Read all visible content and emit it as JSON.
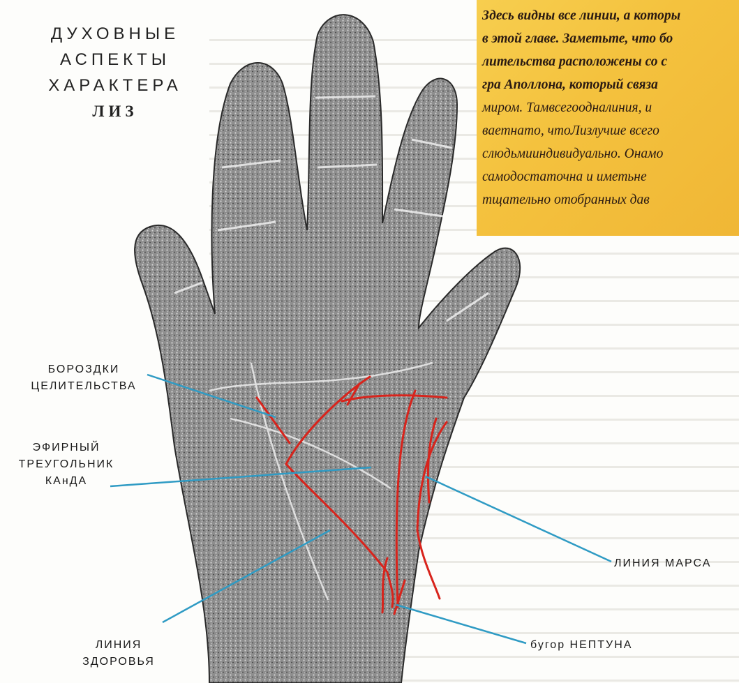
{
  "title": {
    "lines": [
      "ДУХОВНЫЕ",
      "АСПЕКТЫ",
      "ХАРАКТЕРА"
    ],
    "name": "ЛИЗ"
  },
  "callout": {
    "lines": [
      "Здесь видны все линии, а которы",
      "в этой главе. Заметьте, что бо",
      "лительства расположены со с",
      "гра Аполлона, который связа",
      "миром. Тамвсегоодналиния, и",
      "ваетнато, чтоЛизлучше всего",
      "слюдьмииндивидуально. Онамо",
      "самодостаточна и иметьне",
      "тщательно отобранных дав"
    ]
  },
  "labels": {
    "healing": [
      "БОРОЗДКИ",
      "ЦЕЛИТЕЛЬСТВА"
    ],
    "triangle": [
      "ЭФИРНЫЙ",
      "ТРЕУГОЛЬНИК",
      "КАнДА"
    ],
    "mars": "ЛИНИЯ МАРСА",
    "health": [
      "ЛИНИЯ",
      "ЗДОРОВЬЯ"
    ],
    "neptune": "бугор НЕПТУНА"
  },
  "colors": {
    "callout_bg": "#f4c23e",
    "palm_lines": "#d8241c",
    "pointer_lines": "#2f9bc4",
    "ink": "#1a1a1a"
  },
  "icons": [
    "palm-print"
  ]
}
